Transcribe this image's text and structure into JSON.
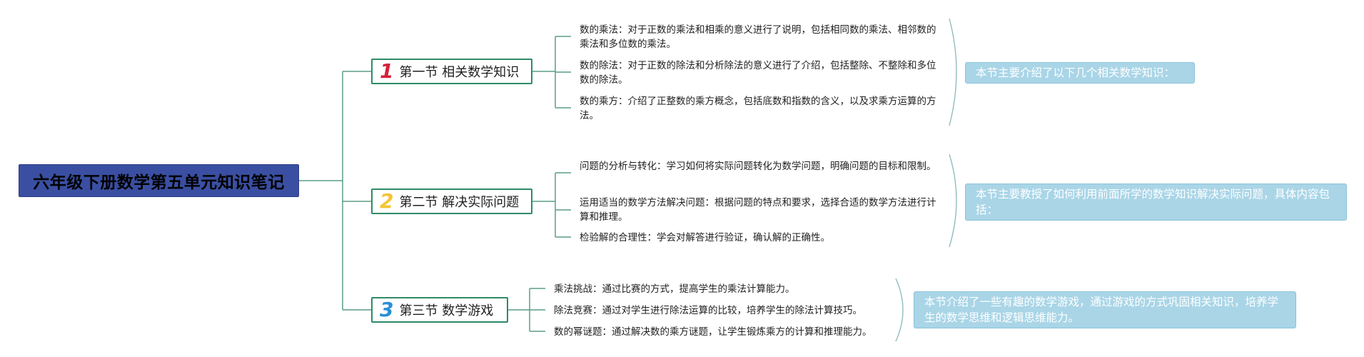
{
  "root": {
    "title": "六年级下册数学第五单元知识笔记"
  },
  "sections": [
    {
      "number": "1",
      "label": "第一节 相关数学知识",
      "summary": "本节主要介绍了以下几个相关数学知识：",
      "items": [
        {
          "title": "数的乘法",
          "sep": "：",
          "text": "对于正数的乘法和相乘的意义进行了说明，包括相同数的乘法、相邻数的乘法和多位数的乘法。"
        },
        {
          "title": "数的除法",
          "sep": "：",
          "text": "对于正数的除法和分析除法的意义进行了介绍，包括整除、不整除和多位数的除法。"
        },
        {
          "title": "数的乘方",
          "sep": "：",
          "text": "介绍了正整数的乘方概念，包括底数和指数的含义，以及求乘方运算的方法。"
        }
      ]
    },
    {
      "number": "2",
      "label": "第二节 解决实际问题",
      "summary": "本节主要教授了如何利用前面所学的数学知识解决实际问题，具体内容包括：",
      "items": [
        {
          "title": "问题的分析与转化",
          "sep": "：",
          "text": "学习如何将实际问题转化为数学问题，明确问题的目标和限制。"
        },
        {
          "title": "运用适当的数学方法解决问题",
          "sep": "：",
          "text": "根据问题的特点和要求，选择合适的数学方法进行计算和推理。"
        },
        {
          "title": "检验解的合理性",
          "sep": "：",
          "text": "学会对解答进行验证，确认解的正确性。"
        }
      ]
    },
    {
      "number": "3",
      "label": "第三节 数学游戏",
      "summary": "本节介绍了一些有趣的数学游戏，通过游戏的方式巩固相关知识，培养学生的数学思维和逻辑思维能力。",
      "items": [
        {
          "title": "乘法挑战",
          "sep": "：",
          "text": "通过比赛的方式，提高学生的乘法计算能力。"
        },
        {
          "title": "除法竞赛",
          "sep": "：",
          "text": "通过对学生进行除法运算的比较，培养学生的除法计算技巧。"
        },
        {
          "title": "数的幂谜题",
          "sep": "：",
          "text": "通过解决数的乘方谜题，让学生锻炼乘方的计算和推理能力。"
        }
      ]
    }
  ],
  "colors": {
    "root_bg": "#3a4fa2",
    "connector": "#5a9e86",
    "summary_bg": "#a9d5e7",
    "bracket": "#8ab8b8"
  }
}
